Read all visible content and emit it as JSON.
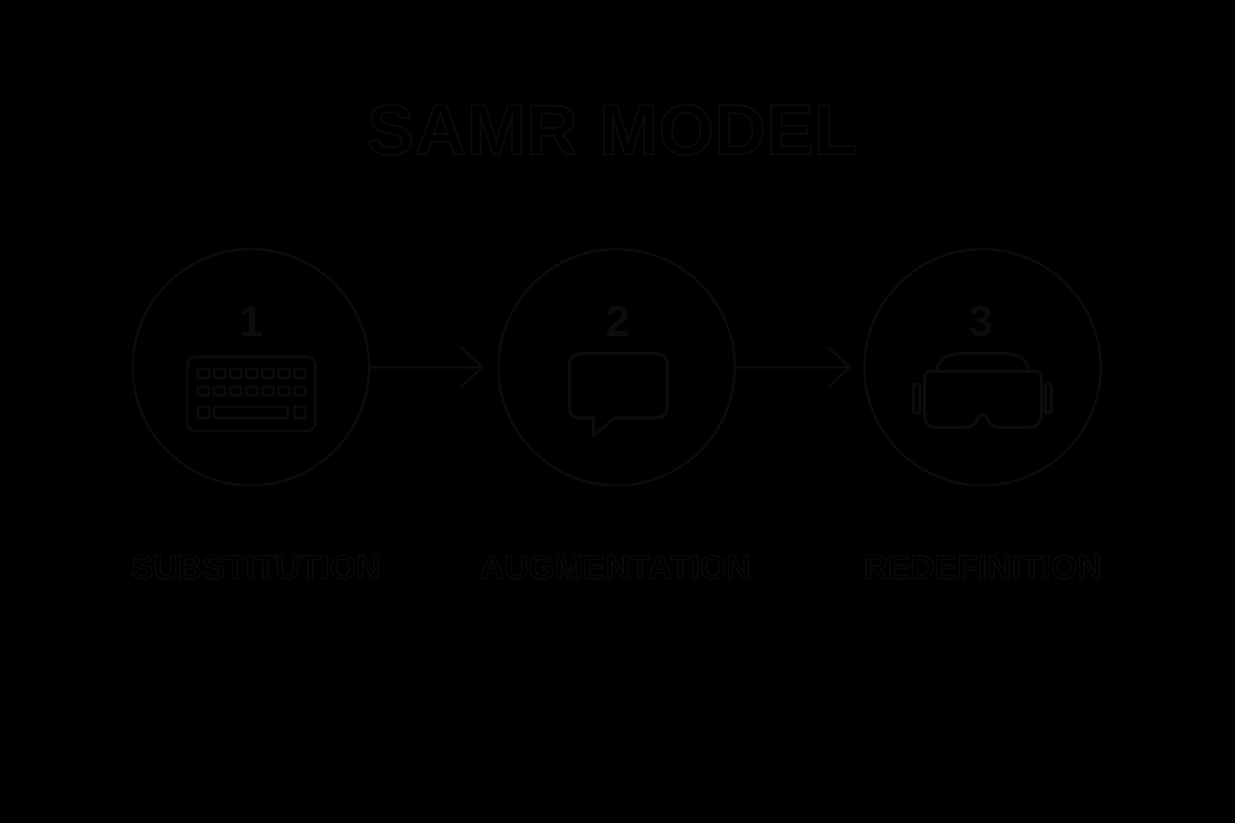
{
  "title": "SAMR MODEL",
  "colors": {
    "background": "#000000",
    "ink": "#0c0c0c"
  },
  "steps": [
    {
      "number": "1",
      "label": "SUBSTITUTION",
      "icon": "keyboard-icon"
    },
    {
      "number": "2",
      "label": "AUGMENTATION",
      "icon": "speech-bubble-icon"
    },
    {
      "number": "3",
      "label": "REDEFINITION",
      "icon": "vr-headset-icon"
    }
  ]
}
